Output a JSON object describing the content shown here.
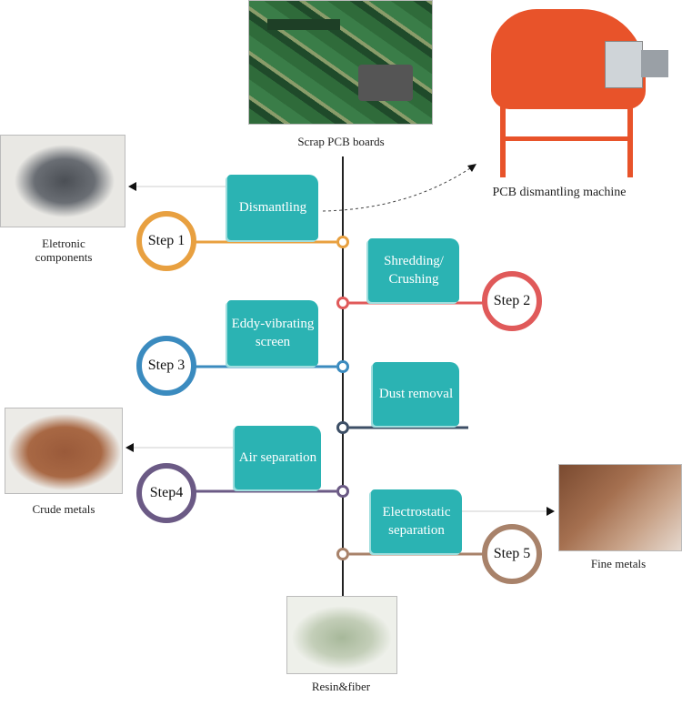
{
  "top": {
    "caption": "Scrap PCB boards"
  },
  "machine": {
    "caption": "PCB dismantling machine"
  },
  "outputs": {
    "electronic": "Eletronic components",
    "crude": "Crude metals",
    "fine": "Fine metals",
    "resin": "Resin&fiber"
  },
  "steps": [
    {
      "label": "Dismantling",
      "step": "Step 1",
      "color": "#e8a040"
    },
    {
      "label": "Shredding/ Crushing",
      "step": "Step 2",
      "color": "#e05a5a"
    },
    {
      "label": "Eddy-vibrating screen",
      "step": "Step 3",
      "color": "#3b8bbf"
    },
    {
      "label": "Dust removal",
      "step": "",
      "color": "#3d4f66"
    },
    {
      "label": "Air separation",
      "step": "Step4",
      "color": "#6b5a85"
    },
    {
      "label": "Electrostatic separation",
      "step": "Step 5",
      "color": "#a8826a"
    }
  ],
  "colors": {
    "teal": "#2bb3b3",
    "spine": "#222222"
  }
}
